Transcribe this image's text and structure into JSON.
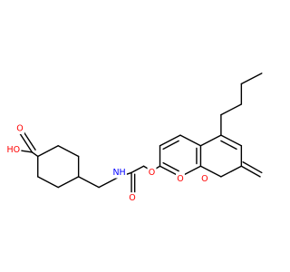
{
  "molecule": {
    "atom_labels": {
      "acid_oh": "HO",
      "acid_carbonyl_o": "O",
      "amide_nh": "NH",
      "amide_o": "O",
      "ether_o": "O",
      "ring_o": "O",
      "lactone_o": "O"
    },
    "colors": {
      "bond": "#000000",
      "oxygen": "#ff0000",
      "nitrogen": "#0000ff",
      "background": "#ffffff"
    }
  }
}
